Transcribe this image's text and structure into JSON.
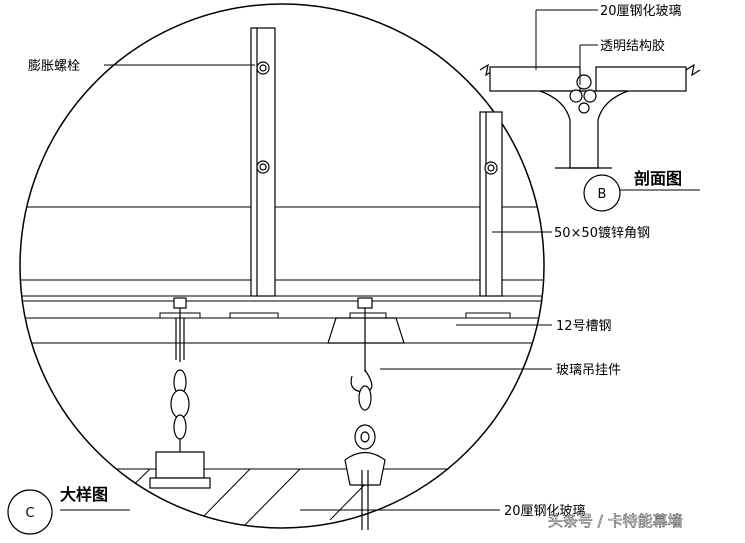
{
  "labels": {
    "expansion_bolt": "膨胀螺栓",
    "tempered_glass_top": "20厘钢化玻璃",
    "structural_adhesive": "透明结构胶",
    "section_title": "剖面图",
    "section_marker": "B",
    "angle_steel": "50×50镀锌角钢",
    "channel_steel": "12号槽钢",
    "glass_hanger": "玻璃吊挂件",
    "detail_title": "大样图",
    "detail_marker": "C",
    "tempered_glass_bottom": "20厘钢化玻璃"
  },
  "watermark": "头条号 / 卡特能幕墙"
}
